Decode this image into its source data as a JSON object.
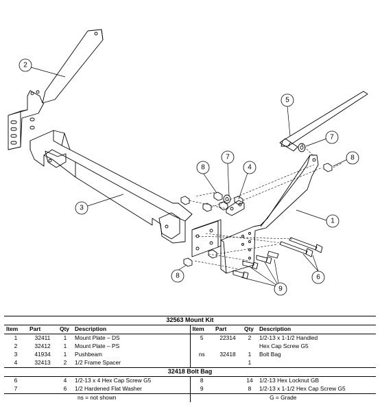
{
  "callouts": [
    {
      "id": "callout-1",
      "num": "1"
    },
    {
      "id": "callout-2",
      "num": "2"
    },
    {
      "id": "callout-3",
      "num": "3"
    },
    {
      "id": "callout-4",
      "num": "4"
    },
    {
      "id": "callout-5",
      "num": "5"
    },
    {
      "id": "callout-6",
      "num": "6"
    },
    {
      "id": "callout-7a",
      "num": "7"
    },
    {
      "id": "callout-7b",
      "num": "7"
    },
    {
      "id": "callout-8a",
      "num": "8"
    },
    {
      "id": "callout-8b",
      "num": "8"
    },
    {
      "id": "callout-8c",
      "num": "8"
    },
    {
      "id": "callout-9",
      "num": "9"
    }
  ],
  "mount_kit": {
    "title": "32563  Mount Kit",
    "headers": [
      "Item",
      "Part",
      "Qty",
      "Description",
      "Item",
      "Part",
      "Qty",
      "Description"
    ],
    "rows": [
      [
        "1",
        "32411",
        "1",
        "Mount Plate – DS",
        "5",
        "22314",
        "2",
        "1/2-13 x 1-1/2 Handled"
      ],
      [
        "2",
        "32412",
        "1",
        "Mount Plate – PS",
        "",
        "",
        "",
        "Hex Cap Screw G5"
      ],
      [
        "3",
        "41934",
        "1",
        "Pushbeam",
        "ns",
        "32418",
        "1",
        "Bolt Bag"
      ],
      [
        "4",
        "32413",
        "2",
        "1/2 Frame Spacer",
        "",
        "",
        "1",
        ""
      ]
    ]
  },
  "bolt_bag": {
    "title": "32418  Bolt Bag",
    "rows": [
      [
        "6",
        "",
        "4",
        "1/2-13 x 4 Hex Cap Screw G5",
        "8",
        "",
        "14",
        "1/2-13 Hex Locknut GB"
      ],
      [
        "7",
        "",
        "6",
        "1/2 Hardened Flat Washer",
        "9",
        "",
        "8",
        "1/2-13 x 1-1/2 Hex Cap Screw G5"
      ]
    ]
  },
  "footer": {
    "left": "ns = not shown",
    "right": "G = Grade"
  }
}
